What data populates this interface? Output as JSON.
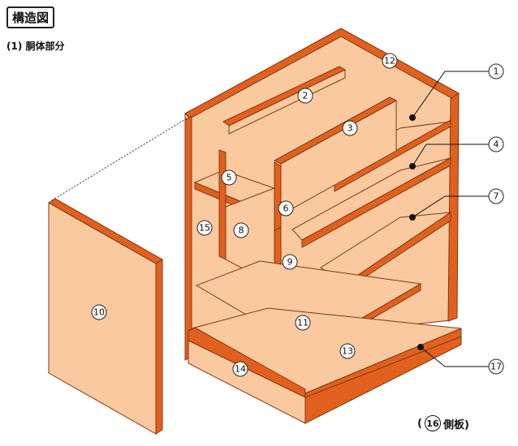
{
  "title": "構造図",
  "subtitle": "(1) 胴体部分",
  "caption": {
    "prefix": "(",
    "number": "16",
    "suffix": "側板)"
  },
  "colors": {
    "face": "#fbc9a0",
    "edge": "#e2601e",
    "outline": "#7a3a10"
  },
  "labels": [
    "1",
    "2",
    "3",
    "4",
    "5",
    "6",
    "7",
    "8",
    "9",
    "10",
    "11",
    "12",
    "13",
    "14",
    "15",
    "17"
  ]
}
